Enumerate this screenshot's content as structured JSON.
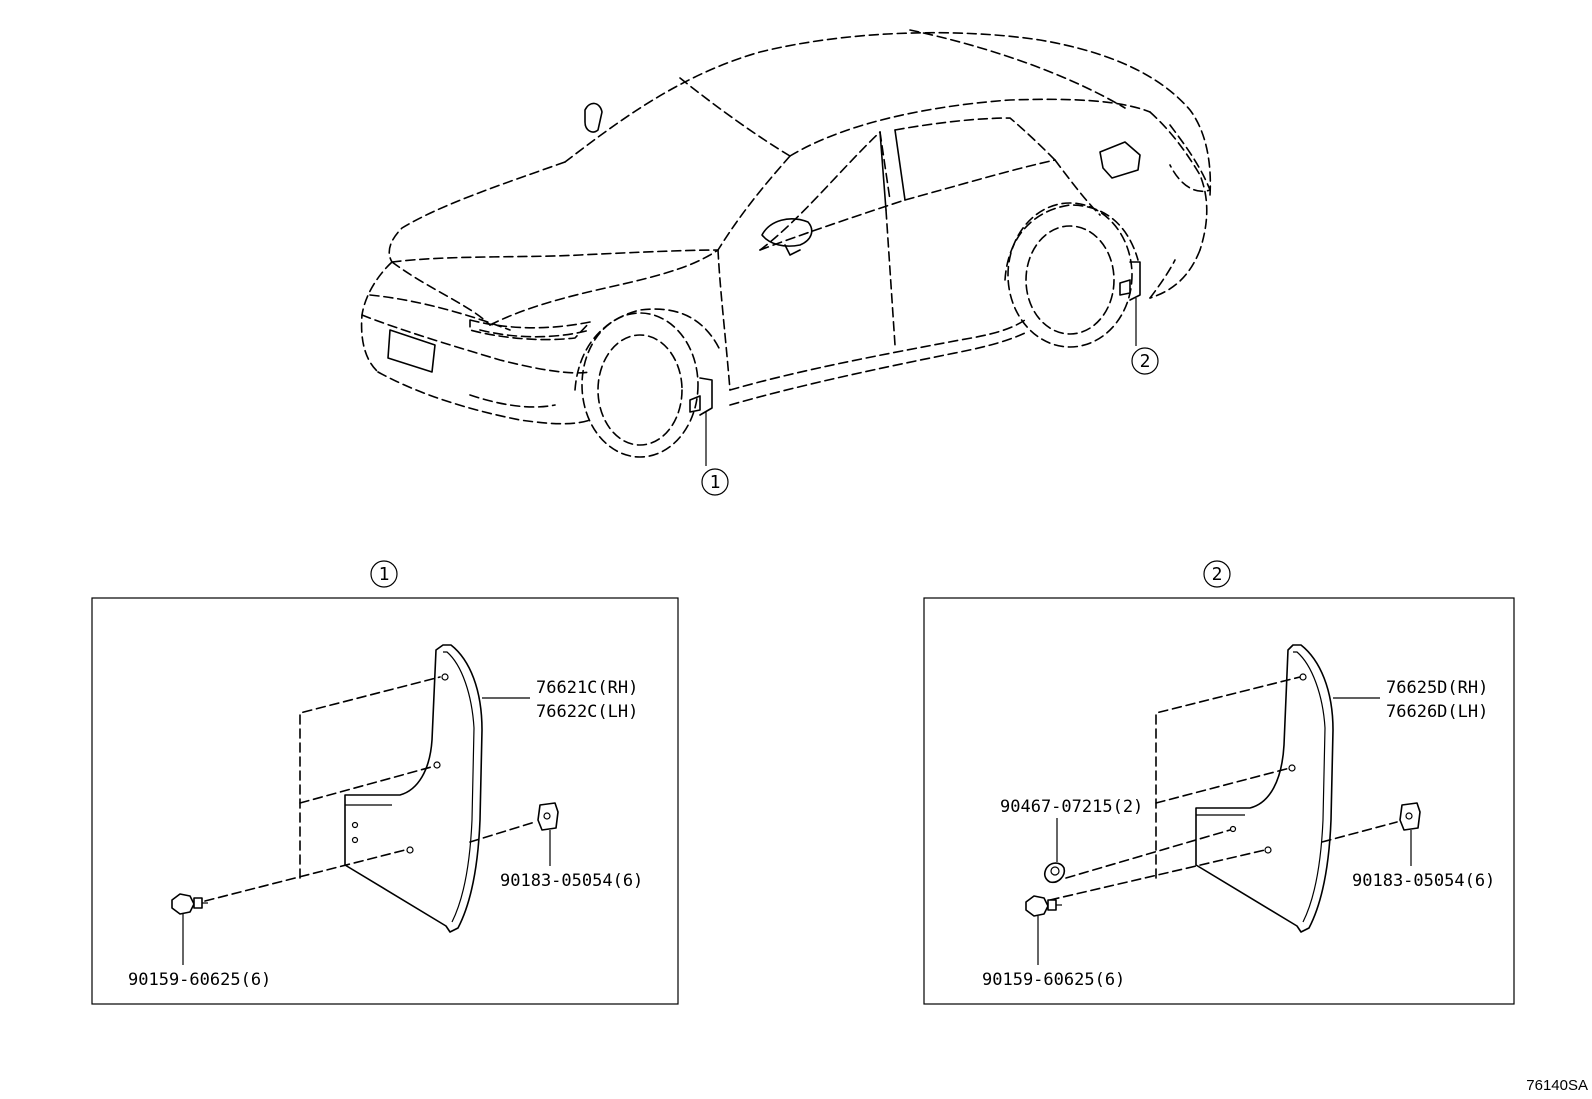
{
  "diagram": {
    "figure_code": "76140SA",
    "callouts": [
      {
        "id": "1",
        "symbol": "①"
      },
      {
        "id": "2",
        "symbol": "②"
      }
    ],
    "panels": [
      {
        "id": "1",
        "symbol": "①",
        "parts": {
          "mudguard_rh": "76621C(RH)",
          "mudguard_lh": "76622C(LH)",
          "nut": "90183-05054(6)",
          "screw": "90159-60625(6)"
        }
      },
      {
        "id": "2",
        "symbol": "②",
        "parts": {
          "mudguard_rh": "76625D(RH)",
          "mudguard_lh": "76626D(LH)",
          "clip": "90467-07215(2)",
          "nut": "90183-05054(6)",
          "screw": "90159-60625(6)"
        }
      }
    ]
  }
}
